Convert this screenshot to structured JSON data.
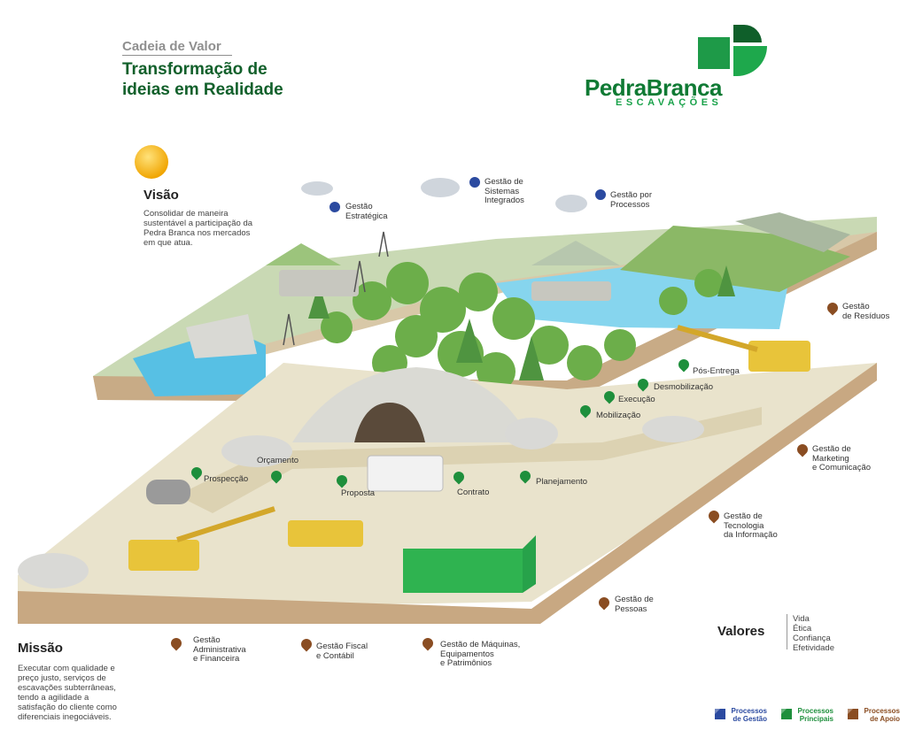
{
  "header": {
    "subtitle": "Cadeia de Valor",
    "title_line1": "Transformação de",
    "title_line2": "ideias em Realidade"
  },
  "logo": {
    "name": "PedraBranca",
    "sub": "ESCAVAÇÕES",
    "color_primary": "#0f7a34",
    "color_secondary": "#19a24a"
  },
  "visao": {
    "title": "Visão",
    "text_l1": "Consolidar de maneira",
    "text_l2": "sustentável a participação da",
    "text_l3": "Pedra Branca nos mercados",
    "text_l4": "em que atua."
  },
  "missao": {
    "title": "Missão",
    "text_l1": "Executar com qualidade e",
    "text_l2": "preço justo, serviços de",
    "text_l3": "escavações subterrâneas,",
    "text_l4": "tendo a agilidade a",
    "text_l5": "satisfação do cliente como",
    "text_l6": "diferenciais inegociáveis."
  },
  "valores": {
    "title": "Valores",
    "items": [
      "Vida",
      "Ética",
      "Confiança",
      "Efetividade"
    ]
  },
  "gestao_processes": {
    "estrategica": [
      "Gestão",
      "Estratégica"
    ],
    "sistemas": [
      "Gestão de",
      "Sistemas",
      "Integrados"
    ],
    "processos": [
      "Gestão por",
      "Processos"
    ]
  },
  "principal_processes": {
    "prospeccao": "Prospecção",
    "orcamento": "Orçamento",
    "proposta": "Proposta",
    "contrato": "Contrato",
    "planejamento": "Planejamento",
    "mobilizacao": "Mobilização",
    "execucao": "Execução",
    "desmobilizacao": "Desmobilização",
    "pos_entrega": "Pós-Entrega"
  },
  "support_processes": {
    "residuos": [
      "Gestão",
      "de Resíduos"
    ],
    "marketing": [
      "Gestão de",
      "Marketing",
      "e Comunicação"
    ],
    "tecnologia": [
      "Gestão de",
      "Tecnologia",
      "da Informação"
    ],
    "pessoas": [
      "Gestão de",
      "Pessoas"
    ],
    "administrativa": [
      "Gestão",
      "Administrativa",
      "e Financeira"
    ],
    "fiscal": [
      "Gestão Fiscal",
      "e Contábil"
    ],
    "maquinas": [
      "Gestão de Máquinas,",
      "Equipamentos",
      "e Patrimônios"
    ]
  },
  "legend": {
    "gestao": [
      "Processos",
      "de Gestão"
    ],
    "principais": [
      "Processos",
      "Principais"
    ],
    "apoio": [
      "Processos",
      "de Apoio"
    ],
    "color_gestao": "#2b4aa0",
    "color_principais": "#1e8f3c",
    "color_apoio": "#8a4d22"
  }
}
